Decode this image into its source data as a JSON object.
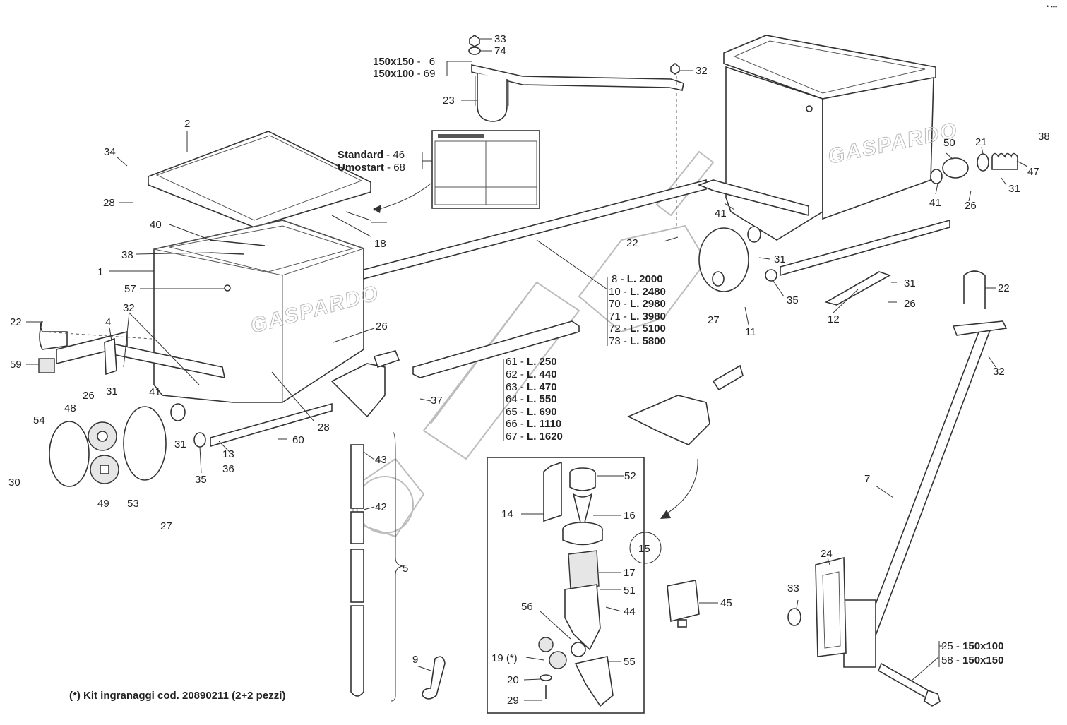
{
  "parts": [
    {
      "num": "33"
    },
    {
      "num": "74"
    },
    {
      "num": "32"
    },
    {
      "num": "23"
    },
    {
      "num": "2"
    },
    {
      "num": "34"
    },
    {
      "num": "28"
    },
    {
      "num": "40"
    },
    {
      "num": "38"
    },
    {
      "num": "18"
    },
    {
      "num": "1"
    },
    {
      "num": "57"
    },
    {
      "num": "22"
    },
    {
      "num": "32"
    },
    {
      "num": "4"
    },
    {
      "num": "59"
    },
    {
      "num": "26"
    },
    {
      "num": "28"
    },
    {
      "num": "26"
    },
    {
      "num": "31"
    },
    {
      "num": "48"
    },
    {
      "num": "54"
    },
    {
      "num": "41"
    },
    {
      "num": "31"
    },
    {
      "num": "30"
    },
    {
      "num": "49"
    },
    {
      "num": "53"
    },
    {
      "num": "27"
    },
    {
      "num": "35"
    },
    {
      "num": "36"
    },
    {
      "num": "13"
    },
    {
      "num": "60"
    },
    {
      "num": "37"
    },
    {
      "num": "43"
    },
    {
      "num": "42"
    },
    {
      "num": "5"
    },
    {
      "num": "9"
    },
    {
      "num": "38"
    },
    {
      "num": "50"
    },
    {
      "num": "21"
    },
    {
      "num": "47"
    },
    {
      "num": "31"
    },
    {
      "num": "41"
    },
    {
      "num": "26"
    },
    {
      "num": "41"
    },
    {
      "num": "22"
    },
    {
      "num": "31"
    },
    {
      "num": "35"
    },
    {
      "num": "27"
    },
    {
      "num": "11"
    },
    {
      "num": "31"
    },
    {
      "num": "26"
    },
    {
      "num": "12"
    },
    {
      "num": "22"
    },
    {
      "num": "32"
    },
    {
      "num": "7"
    },
    {
      "num": "24"
    },
    {
      "num": "33"
    },
    {
      "num": "52"
    },
    {
      "num": "14"
    },
    {
      "num": "16"
    },
    {
      "num": "15"
    },
    {
      "num": "17"
    },
    {
      "num": "51"
    },
    {
      "num": "56"
    },
    {
      "num": "44"
    },
    {
      "num": "45"
    },
    {
      "num": "19 (*)"
    },
    {
      "num": "55"
    },
    {
      "num": "20"
    },
    {
      "num": "29"
    }
  ],
  "label_6": {
    "size": "150x150",
    "code": "6"
  },
  "label_69": {
    "size": "150x100",
    "code": "69"
  },
  "label_46": {
    "name": "Standard",
    "code": "46"
  },
  "label_68": {
    "name": "Umostart",
    "code": "68"
  },
  "shaft_lengths": [
    {
      "code": "8",
      "len": "L. 2000"
    },
    {
      "code": "10",
      "len": "L. 2480"
    },
    {
      "code": "70",
      "len": "L. 2980"
    },
    {
      "code": "71",
      "len": "L. 3980"
    },
    {
      "code": "72",
      "len": "L. 5100"
    },
    {
      "code": "73",
      "len": "L. 5800"
    }
  ],
  "hex_lengths": [
    {
      "code": "61",
      "len": "L. 250"
    },
    {
      "code": "62",
      "len": "L. 440"
    },
    {
      "code": "63",
      "len": "L. 470"
    },
    {
      "code": "64",
      "len": "L. 550"
    },
    {
      "code": "65",
      "len": "L. 690"
    },
    {
      "code": "66",
      "len": "L. 1110"
    },
    {
      "code": "67",
      "len": "L. 1620"
    }
  ],
  "bolt_sizes": [
    {
      "code": "25",
      "size": "150x100"
    },
    {
      "code": "58",
      "size": "150x150"
    }
  ],
  "brand": "GASPARDO",
  "footnote": "(*) Kit ingranaggi cod. 20890211 (2+2 pezzi)",
  "corner_mark": "• ▪▪▪"
}
